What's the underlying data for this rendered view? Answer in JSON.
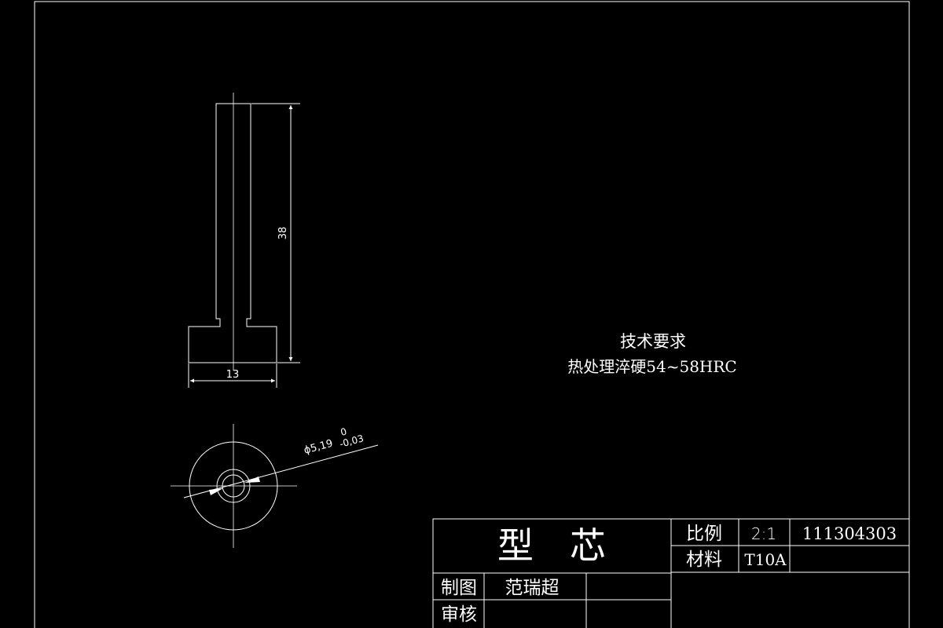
{
  "colors": {
    "background": "#000000",
    "lines": "#ffffff"
  },
  "dimensions": {
    "height_label": "38",
    "width_label": "13",
    "diameter_label": "ϕ5,19",
    "tolerance_upper": "0",
    "tolerance_lower": "-0,03"
  },
  "technical_requirements": {
    "title": "技术要求",
    "line1": "热处理淬硬54~58HRC"
  },
  "title_block": {
    "part_name": "型　芯",
    "scale_label": "比例",
    "scale_value": "2:1",
    "drawing_number": "111304303",
    "material_label": "材料",
    "material_value": "T10A",
    "drawn_by_label": "制图",
    "drawn_by_value": "范瑞超",
    "checked_by_label": "审核"
  }
}
